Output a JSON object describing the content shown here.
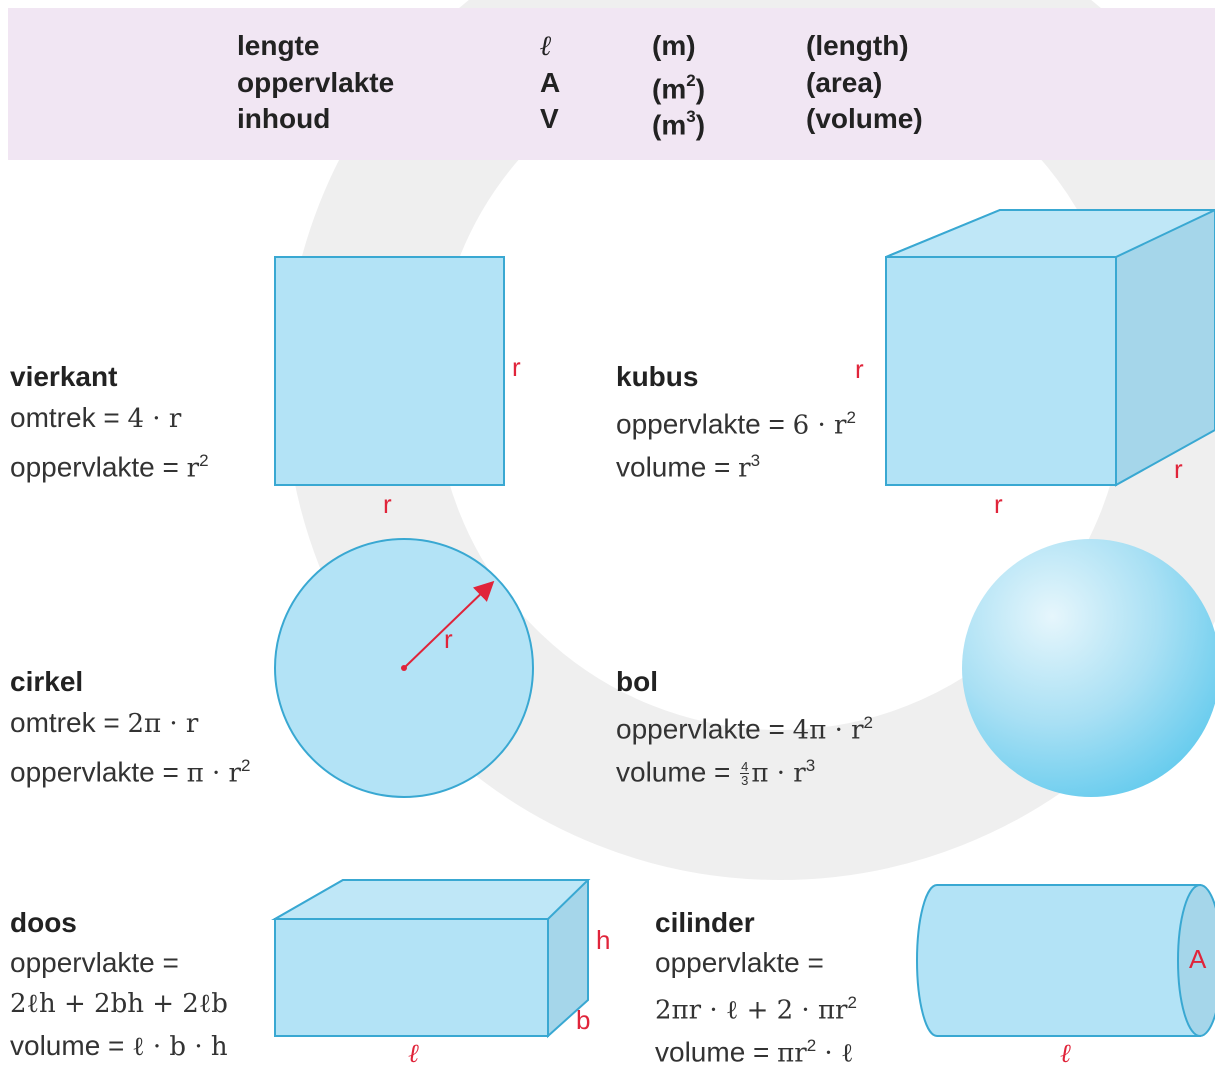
{
  "header": {
    "rows": [
      {
        "nl": "lengte",
        "symbol": "ℓ",
        "unit": "(m)",
        "unit_exp": "",
        "en": "(length)"
      },
      {
        "nl": "oppervlakte",
        "symbol": "A",
        "unit": "(m",
        "unit_exp": "2",
        "en": "(area)"
      },
      {
        "nl": "inhoud",
        "symbol": "V",
        "unit": "(m",
        "unit_exp": "3",
        "en": "(volume)"
      }
    ]
  },
  "vierkant": {
    "title": "vierkant",
    "line1": "omtrek = ",
    "line1_f": "4 · r",
    "line2": "oppervlakte = ",
    "line2_f": "r",
    "line2_exp": "2",
    "dim_right": "r",
    "dim_bottom": "r"
  },
  "kubus": {
    "title": "kubus",
    "line1": "oppervlakte = ",
    "line1_f": "6 · r",
    "line1_exp": "2",
    "line2": "volume = ",
    "line2_f": "r",
    "line2_exp": "3",
    "dim_left": "r",
    "dim_bottom": "r",
    "dim_depth": "r"
  },
  "cirkel": {
    "title": "cirkel",
    "line1": "omtrek = ",
    "line1_f": "2π · r",
    "line2": "oppervlakte = ",
    "line2_f": "π · r",
    "line2_exp": "2",
    "dim_radius": "r"
  },
  "bol": {
    "title": "bol",
    "line1": "oppervlakte = ",
    "line1_f": "4π · r",
    "line1_exp": "2",
    "line2": "volume = ",
    "frac_num": "4",
    "frac_den": "3",
    "line2_f": "π · r",
    "line2_exp": "3"
  },
  "doos": {
    "title": "doos",
    "line1": "oppervlakte =",
    "line2": "2ℓh + 2bh + 2ℓb",
    "line3": "volume = ",
    "line3_f": "ℓ · b · h",
    "dim_h": "h",
    "dim_b": "b",
    "dim_l": "ℓ"
  },
  "cilinder": {
    "title": "cilinder",
    "line1": "oppervlakte =",
    "line2_f": "2πr · ℓ + 2 · πr",
    "line2_exp": "2",
    "line3": "volume = ",
    "line3_f": "πr",
    "line3_exp": "2",
    "line3_f2": " · ℓ",
    "dim_a": "A",
    "dim_l": "ℓ"
  },
  "colors": {
    "fill": "#b3e3f6",
    "side": "#a5d6ea",
    "stroke": "#39a8d2",
    "red": "#e0243a",
    "header_bg": "#f1e6f3",
    "watermark": "#ececec"
  }
}
